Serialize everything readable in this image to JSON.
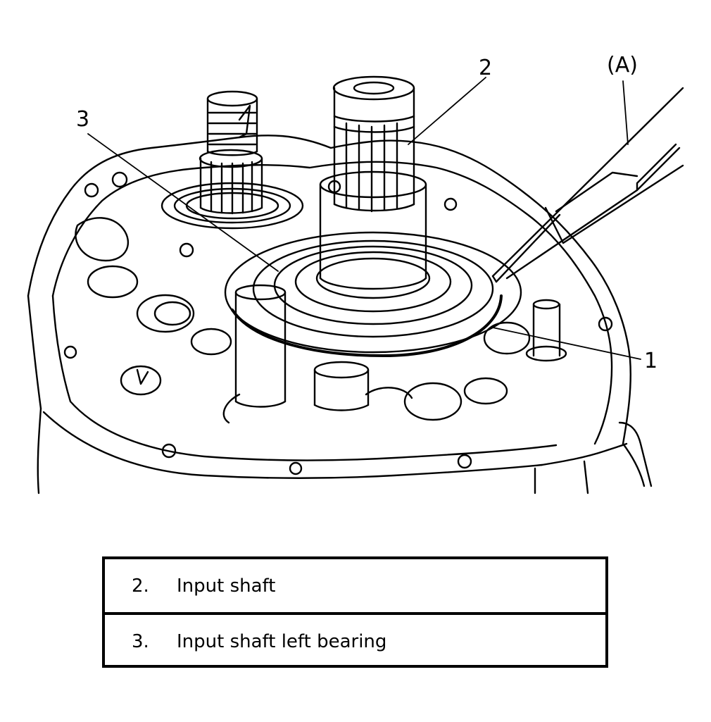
{
  "diagram": {
    "callouts": {
      "c1": "1",
      "c2": "2",
      "c3": "3",
      "tool": "(A)"
    }
  },
  "legend": {
    "rows": [
      {
        "number": "2.",
        "text": "Input shaft"
      },
      {
        "number": "3.",
        "text": "Input shaft left bearing"
      }
    ]
  }
}
